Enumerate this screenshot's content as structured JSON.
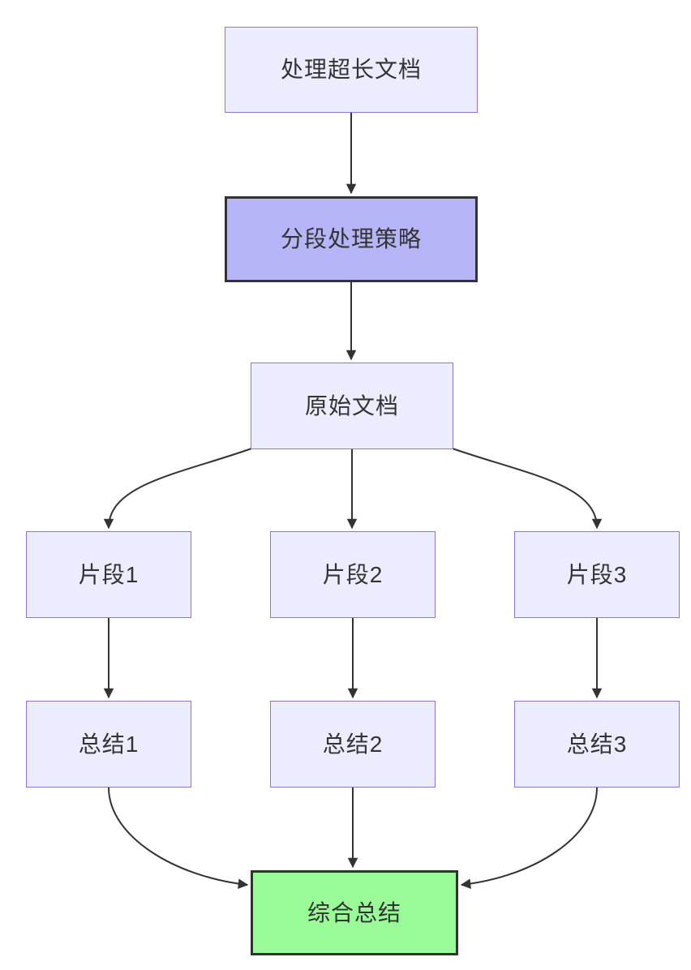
{
  "diagram": {
    "type": "flowchart",
    "direction": "top-down",
    "background": "#ffffff",
    "edge_color": "#333333",
    "text_color": "#333333",
    "styles": {
      "default": {
        "fill": "#ECECFF",
        "stroke": "#9370DB",
        "stroke_width": 1
      },
      "highlight": {
        "fill": "#B5B5F7",
        "stroke": "#333333",
        "stroke_width": 3
      },
      "success": {
        "fill": "#98FB98",
        "stroke": "#333333",
        "stroke_width": 3
      }
    },
    "nodes": [
      {
        "id": "A",
        "name": "node-process-long-document",
        "label": "处理超长文档",
        "kind": "default"
      },
      {
        "id": "B",
        "name": "node-segmentation-strategy",
        "label": "分段处理策略",
        "kind": "highlight"
      },
      {
        "id": "C",
        "name": "node-original-document",
        "label": "原始文档",
        "kind": "default"
      },
      {
        "id": "D1",
        "name": "node-fragment-1",
        "label": "片段1",
        "kind": "default"
      },
      {
        "id": "D2",
        "name": "node-fragment-2",
        "label": "片段2",
        "kind": "default"
      },
      {
        "id": "D3",
        "name": "node-fragment-3",
        "label": "片段3",
        "kind": "default"
      },
      {
        "id": "E1",
        "name": "node-summary-1",
        "label": "总结1",
        "kind": "default"
      },
      {
        "id": "E2",
        "name": "node-summary-2",
        "label": "总结2",
        "kind": "default"
      },
      {
        "id": "E3",
        "name": "node-summary-3",
        "label": "总结3",
        "kind": "default"
      },
      {
        "id": "F",
        "name": "node-combined-summary",
        "label": "综合总结",
        "kind": "success"
      }
    ],
    "edges": [
      {
        "from": "A",
        "to": "B"
      },
      {
        "from": "B",
        "to": "C"
      },
      {
        "from": "C",
        "to": "D1"
      },
      {
        "from": "C",
        "to": "D2"
      },
      {
        "from": "C",
        "to": "D3"
      },
      {
        "from": "D1",
        "to": "E1"
      },
      {
        "from": "D2",
        "to": "E2"
      },
      {
        "from": "D3",
        "to": "E3"
      },
      {
        "from": "E1",
        "to": "F"
      },
      {
        "from": "E2",
        "to": "F"
      },
      {
        "from": "E3",
        "to": "F"
      }
    ]
  }
}
